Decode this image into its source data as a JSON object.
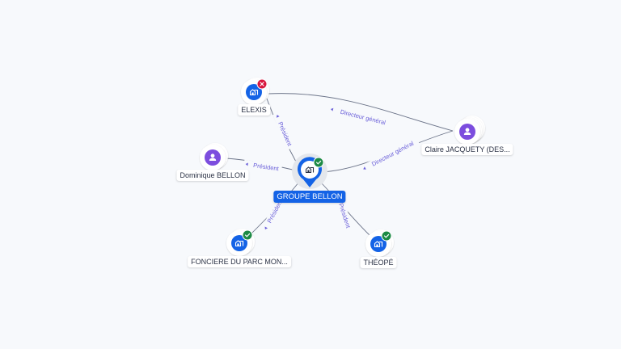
{
  "colors": {
    "company": "#1463e6",
    "person": "#7c4dde",
    "active_badge": "#1c8a45",
    "closed_badge": "#d8173e",
    "edge": "#6c7489",
    "edge_label": "#6a5fd9"
  },
  "nodes": [
    {
      "id": "groupe-bellon",
      "label": "GROUPE BELLON",
      "type": "company",
      "status": "active",
      "icon": "building-icon",
      "main": true
    },
    {
      "id": "elexis",
      "label": "ELEXIS",
      "type": "company",
      "status": "closed",
      "icon": "building-icon"
    },
    {
      "id": "claire-jacquety",
      "label": "Claire JACQUETY (DES...",
      "type": "person",
      "icon": "person-icon"
    },
    {
      "id": "dominique-bellon",
      "label": "Dominique BELLON",
      "type": "person",
      "icon": "person-icon"
    },
    {
      "id": "fonciere",
      "label": "FONCIERE DU PARC MON...",
      "type": "company",
      "status": "active",
      "icon": "building-icon"
    },
    {
      "id": "theope",
      "label": "THÉOPÉ",
      "type": "company",
      "status": "active",
      "icon": "building-icon"
    }
  ],
  "edges": [
    {
      "from": "claire-jacquety",
      "to": "elexis",
      "label": "Directeur général"
    },
    {
      "from": "claire-jacquety",
      "to": "groupe-bellon",
      "label": "Directeur général"
    },
    {
      "from": "groupe-bellon",
      "to": "elexis",
      "label": "Président"
    },
    {
      "from": "dominique-bellon",
      "to": "groupe-bellon",
      "label": "Président"
    },
    {
      "from": "groupe-bellon",
      "to": "fonciere",
      "label": "Président"
    },
    {
      "from": "groupe-bellon",
      "to": "theope",
      "label": "Président"
    }
  ]
}
